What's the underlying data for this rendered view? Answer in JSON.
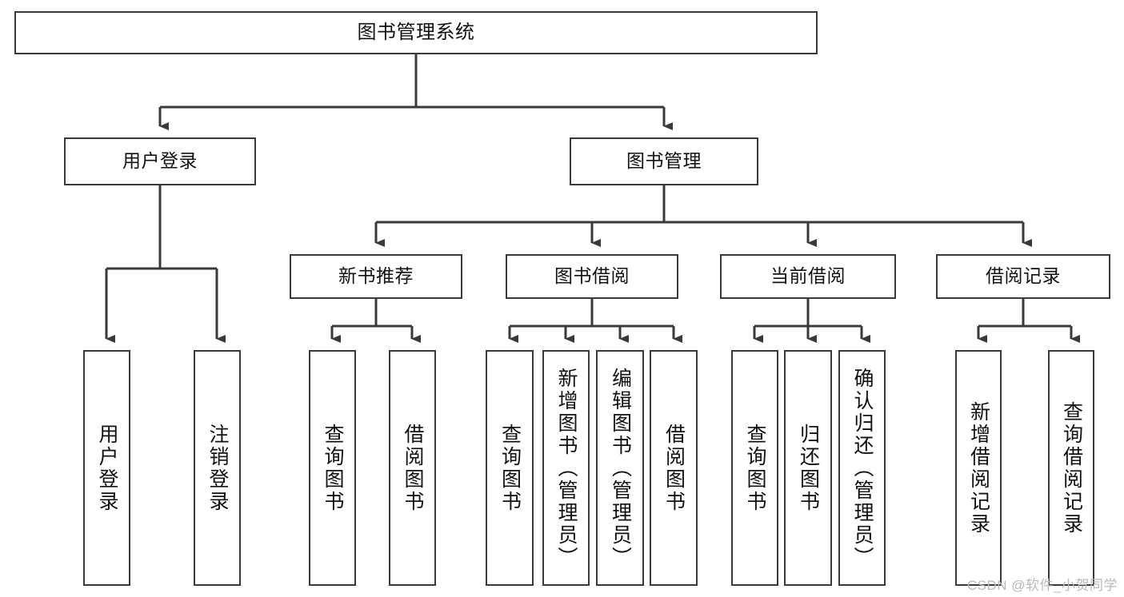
{
  "diagram": {
    "title": "图书管理系统",
    "type": "tree",
    "orientation": "top-down",
    "colors": {
      "box_border": "#3a3a3a",
      "box_fill": "#ffffff",
      "connector": "#3a3a3a",
      "text": "#111111",
      "watermark": "#b9b9b9",
      "background": "#ffffff"
    },
    "root": {
      "label": "图书管理系统",
      "children": [
        {
          "label": "用户登录",
          "children": [
            {
              "label": "用户登录"
            },
            {
              "label": "注销登录"
            }
          ]
        },
        {
          "label": "图书管理",
          "children": [
            {
              "label": "新书推荐",
              "children": [
                {
                  "label": "查询图书"
                },
                {
                  "label": "借阅图书"
                }
              ]
            },
            {
              "label": "图书借阅",
              "children": [
                {
                  "label": "查询图书"
                },
                {
                  "label": "新增图书（管理员）"
                },
                {
                  "label": "编辑图书（管理员）"
                },
                {
                  "label": "借阅图书"
                }
              ]
            },
            {
              "label": "当前借阅",
              "children": [
                {
                  "label": "查询图书"
                },
                {
                  "label": "归还图书"
                },
                {
                  "label": "确认归还（管理员）"
                }
              ]
            },
            {
              "label": "借阅记录",
              "children": [
                {
                  "label": "新增借阅记录"
                },
                {
                  "label": "查询借阅记录"
                }
              ]
            }
          ]
        }
      ]
    }
  },
  "nodes": {
    "root": "图书管理系统",
    "user_login": "用户登录",
    "book_manage": "图书管理",
    "new_book_rec": "新书推荐",
    "book_borrow": "图书借阅",
    "current_borrow": "当前借阅",
    "borrow_record": "借阅记录",
    "leaf_user_login": "用户登录",
    "leaf_logout": "注销登录",
    "leaf_query_book_1": "查询图书",
    "leaf_borrow_book_1": "借阅图书",
    "leaf_query_book_2": "查询图书",
    "leaf_add_book_admin": "新增图书（管理员）",
    "leaf_edit_book_admin": "编辑图书（管理员）",
    "leaf_borrow_book_2": "借阅图书",
    "leaf_query_book_3": "查询图书",
    "leaf_return_book": "归还图书",
    "leaf_confirm_return_admin": "确认归还（管理员）",
    "leaf_add_record": "新增借阅记录",
    "leaf_query_record": "查询借阅记录"
  },
  "watermark": {
    "text": "CSDN @软件_小贺同学"
  }
}
